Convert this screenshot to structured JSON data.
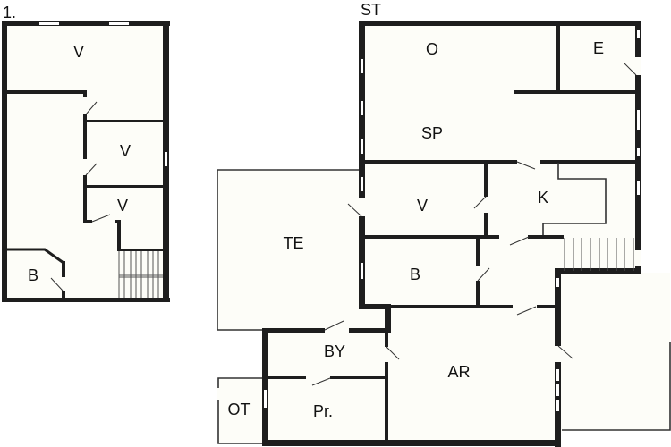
{
  "floors": [
    {
      "id": "first-floor",
      "title": "1.",
      "rooms": [
        {
          "key": "v1",
          "label": "V"
        },
        {
          "key": "v2",
          "label": "V"
        },
        {
          "key": "v3",
          "label": "V"
        },
        {
          "key": "b",
          "label": "B"
        }
      ]
    },
    {
      "id": "ground-floor",
      "title": "ST",
      "rooms": [
        {
          "key": "o",
          "label": "O"
        },
        {
          "key": "e",
          "label": "E"
        },
        {
          "key": "sp",
          "label": "SP"
        },
        {
          "key": "v",
          "label": "V"
        },
        {
          "key": "k",
          "label": "K"
        },
        {
          "key": "te",
          "label": "TE"
        },
        {
          "key": "b",
          "label": "B"
        },
        {
          "key": "by",
          "label": "BY"
        },
        {
          "key": "ar",
          "label": "AR"
        },
        {
          "key": "pr",
          "label": "Pr."
        },
        {
          "key": "ot",
          "label": "OT"
        }
      ]
    }
  ],
  "colors": {
    "wall": "#1e1e1e",
    "floor": "#fdfdf8",
    "background": "#ffffff"
  }
}
